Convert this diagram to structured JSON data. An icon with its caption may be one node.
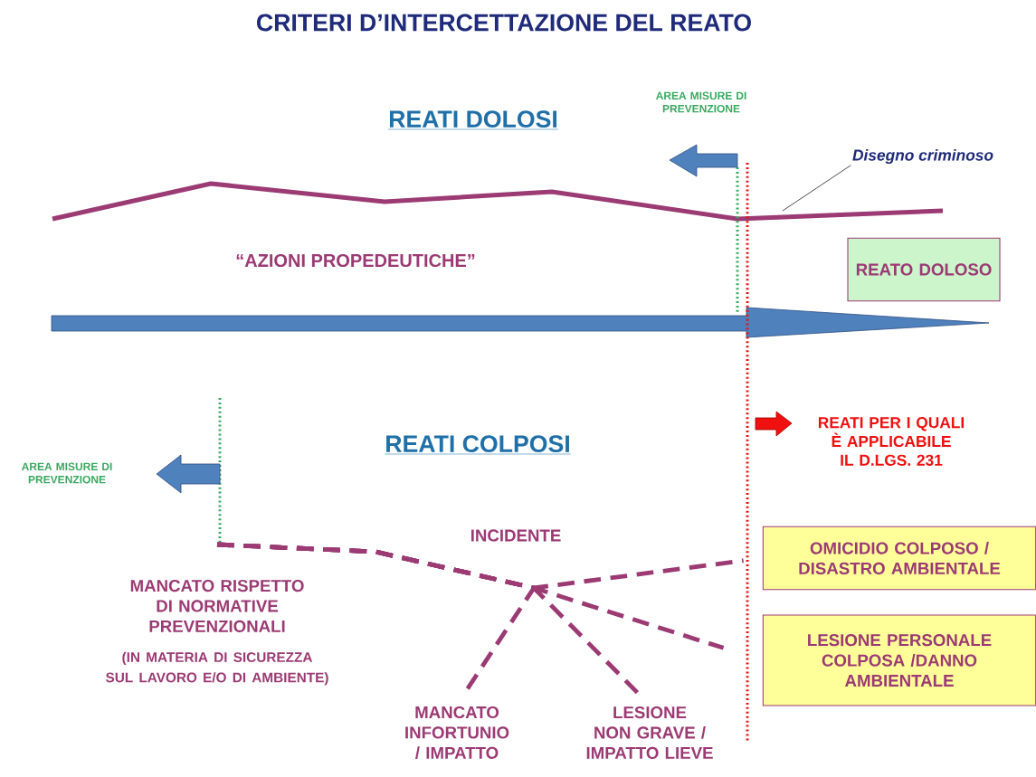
{
  "diagram": {
    "title": "CRITERI D’INTERCETTAZIONE DEL REATO",
    "nodes": [
      {
        "text": [
          "REATO DOLOSO"
        ]
      },
      {
        "text": [
          "Disegno criminoso"
        ]
      },
      {
        "text": [
          "MANCATO RISPETTO DI NORMATIVE PREVENZIONALI",
          "(IN MATERIA DI SICUREZZA SUL LAVORO E/O DI AMBIENTE)"
        ]
      },
      {
        "text": [
          "MANCATO INFORTUNIO / IMPATTO"
        ]
      },
      {
        "text": [
          "LESIONE NON GRAVE / IMPATTO LIEVE"
        ]
      },
      {
        "text": [
          "OMICIDIO COLPOSO / DISASTRO AMBIENTALE"
        ]
      },
      {
        "text": [
          "LESIONE PERSONALE COLPOSA /DANNO AMBIENTALE"
        ]
      }
    ],
    "edges": [
      {
        "from": 1,
        "to": null,
        "arrow": "none",
        "color": "#404040"
      },
      {
        "from": 2,
        "to": 3,
        "arrow": "none",
        "style": "dashed"
      },
      {
        "from": 2,
        "to": 4,
        "arrow": "none",
        "style": "dashed"
      },
      {
        "from": 2,
        "to": 5,
        "arrow": "none",
        "style": "dashed"
      },
      {
        "from": 2,
        "to": 6,
        "arrow": "none",
        "style": "dashed"
      }
    ],
    "labels": [
      "REATI DOLOSI",
      "AREA MISURE DI PREVENZIONE",
      "“AZIONI PROPEDEUTICHE”",
      "REATI COLPOSI",
      "AREA MISURE DI PREVENZIONE",
      "REATI PER I QUALI È APPLICABILE IL D.LGS. 231",
      "INCIDENTE"
    ]
  }
}
